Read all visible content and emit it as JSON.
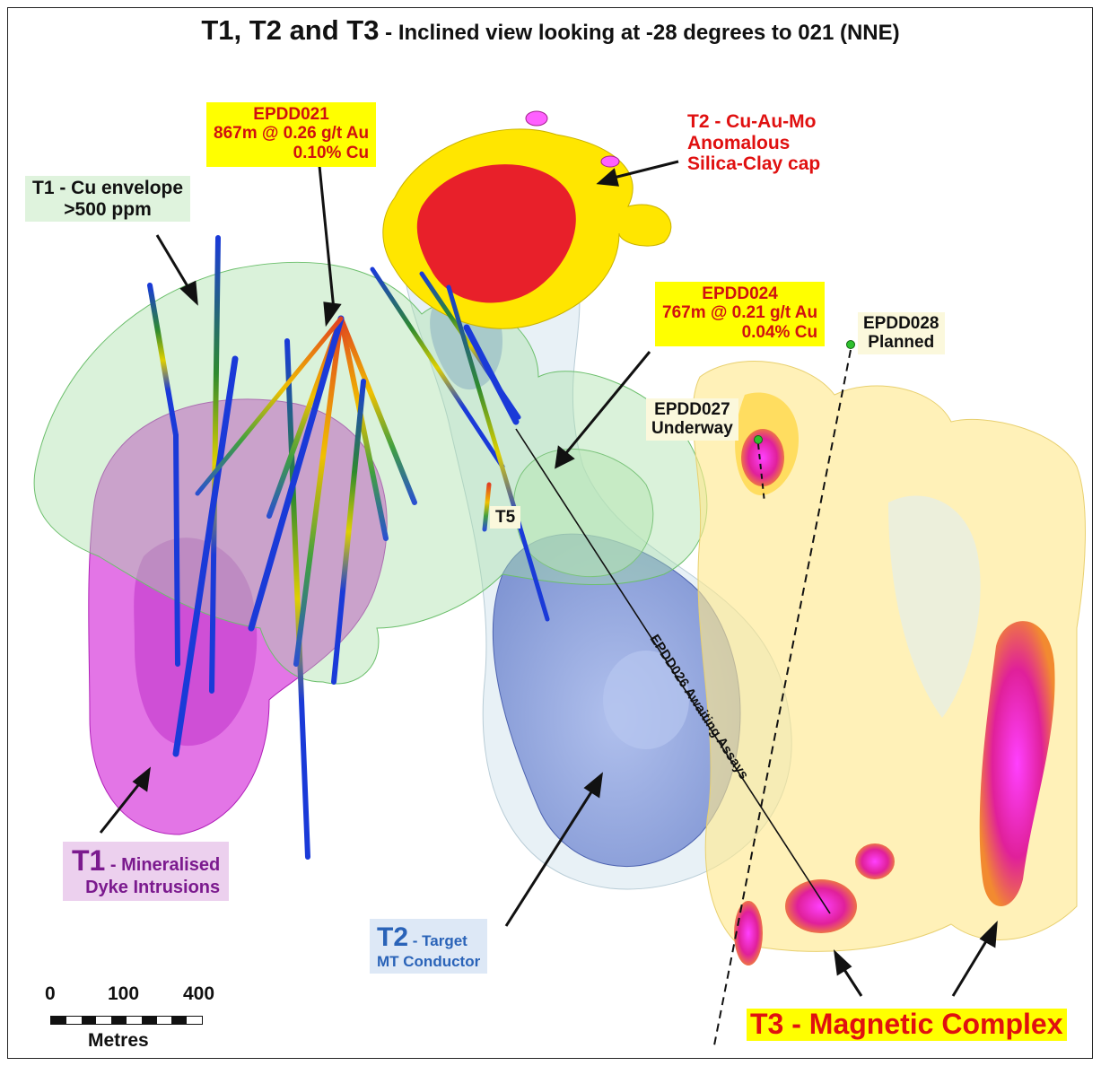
{
  "title": {
    "main": "T1, T2 and T3",
    "sub": " - Inclined view looking at -28 degrees to 021 (NNE)"
  },
  "labels": {
    "epdd021": {
      "hole": "EPDD021",
      "line1": "867m @ 0.26 g/t Au",
      "line2": "0.10% Cu"
    },
    "t2_cap": {
      "line1": "T2 - Cu-Au-Mo",
      "line2": "Anomalous",
      "line3": "Silica-Clay cap"
    },
    "t1_envelope": {
      "line1": "T1 - Cu envelope",
      "line2": ">500 ppm"
    },
    "epdd024": {
      "hole": "EPDD024",
      "line1": "767m @ 0.21 g/t Au",
      "line2": "0.04% Cu"
    },
    "epdd028": {
      "line1": "EPDD028",
      "line2": "Planned"
    },
    "epdd027": {
      "line1": "EPDD027",
      "line2": "Underway"
    },
    "t5": "T5",
    "epdd026": "EPDD026 Awaiting Assays",
    "t1_dykes": {
      "code": "T1",
      "line1": " - Mineralised",
      "line2": "Dyke Intrusions"
    },
    "t2_target": {
      "code": "T2",
      "line1": " - Target",
      "line2": "MT Conductor"
    },
    "t3": "T3 - Magnetic Complex"
  },
  "scale_bar": {
    "ticks": [
      "0",
      "100",
      "400"
    ],
    "unit": "Metres"
  },
  "colors": {
    "envelope_green": "#a8e0a8",
    "dyke_magenta": "#d23ad8",
    "conductor_blue": "#6f86d2",
    "cap_red": "#e8202a",
    "cap_yellow": "#ffe600",
    "label_yellow": "#ffff00",
    "label_red": "#d01010",
    "t2_blue": "#2a63b8",
    "t1_purple": "#7b1a8e"
  }
}
